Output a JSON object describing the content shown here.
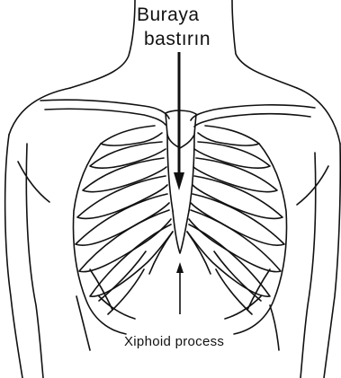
{
  "labels": {
    "press_here_line1": "Buraya",
    "press_here_line2": "bastırın",
    "xiphoid": "Xiphoid process"
  },
  "style": {
    "ink": "#111111",
    "background": "#ffffff"
  }
}
